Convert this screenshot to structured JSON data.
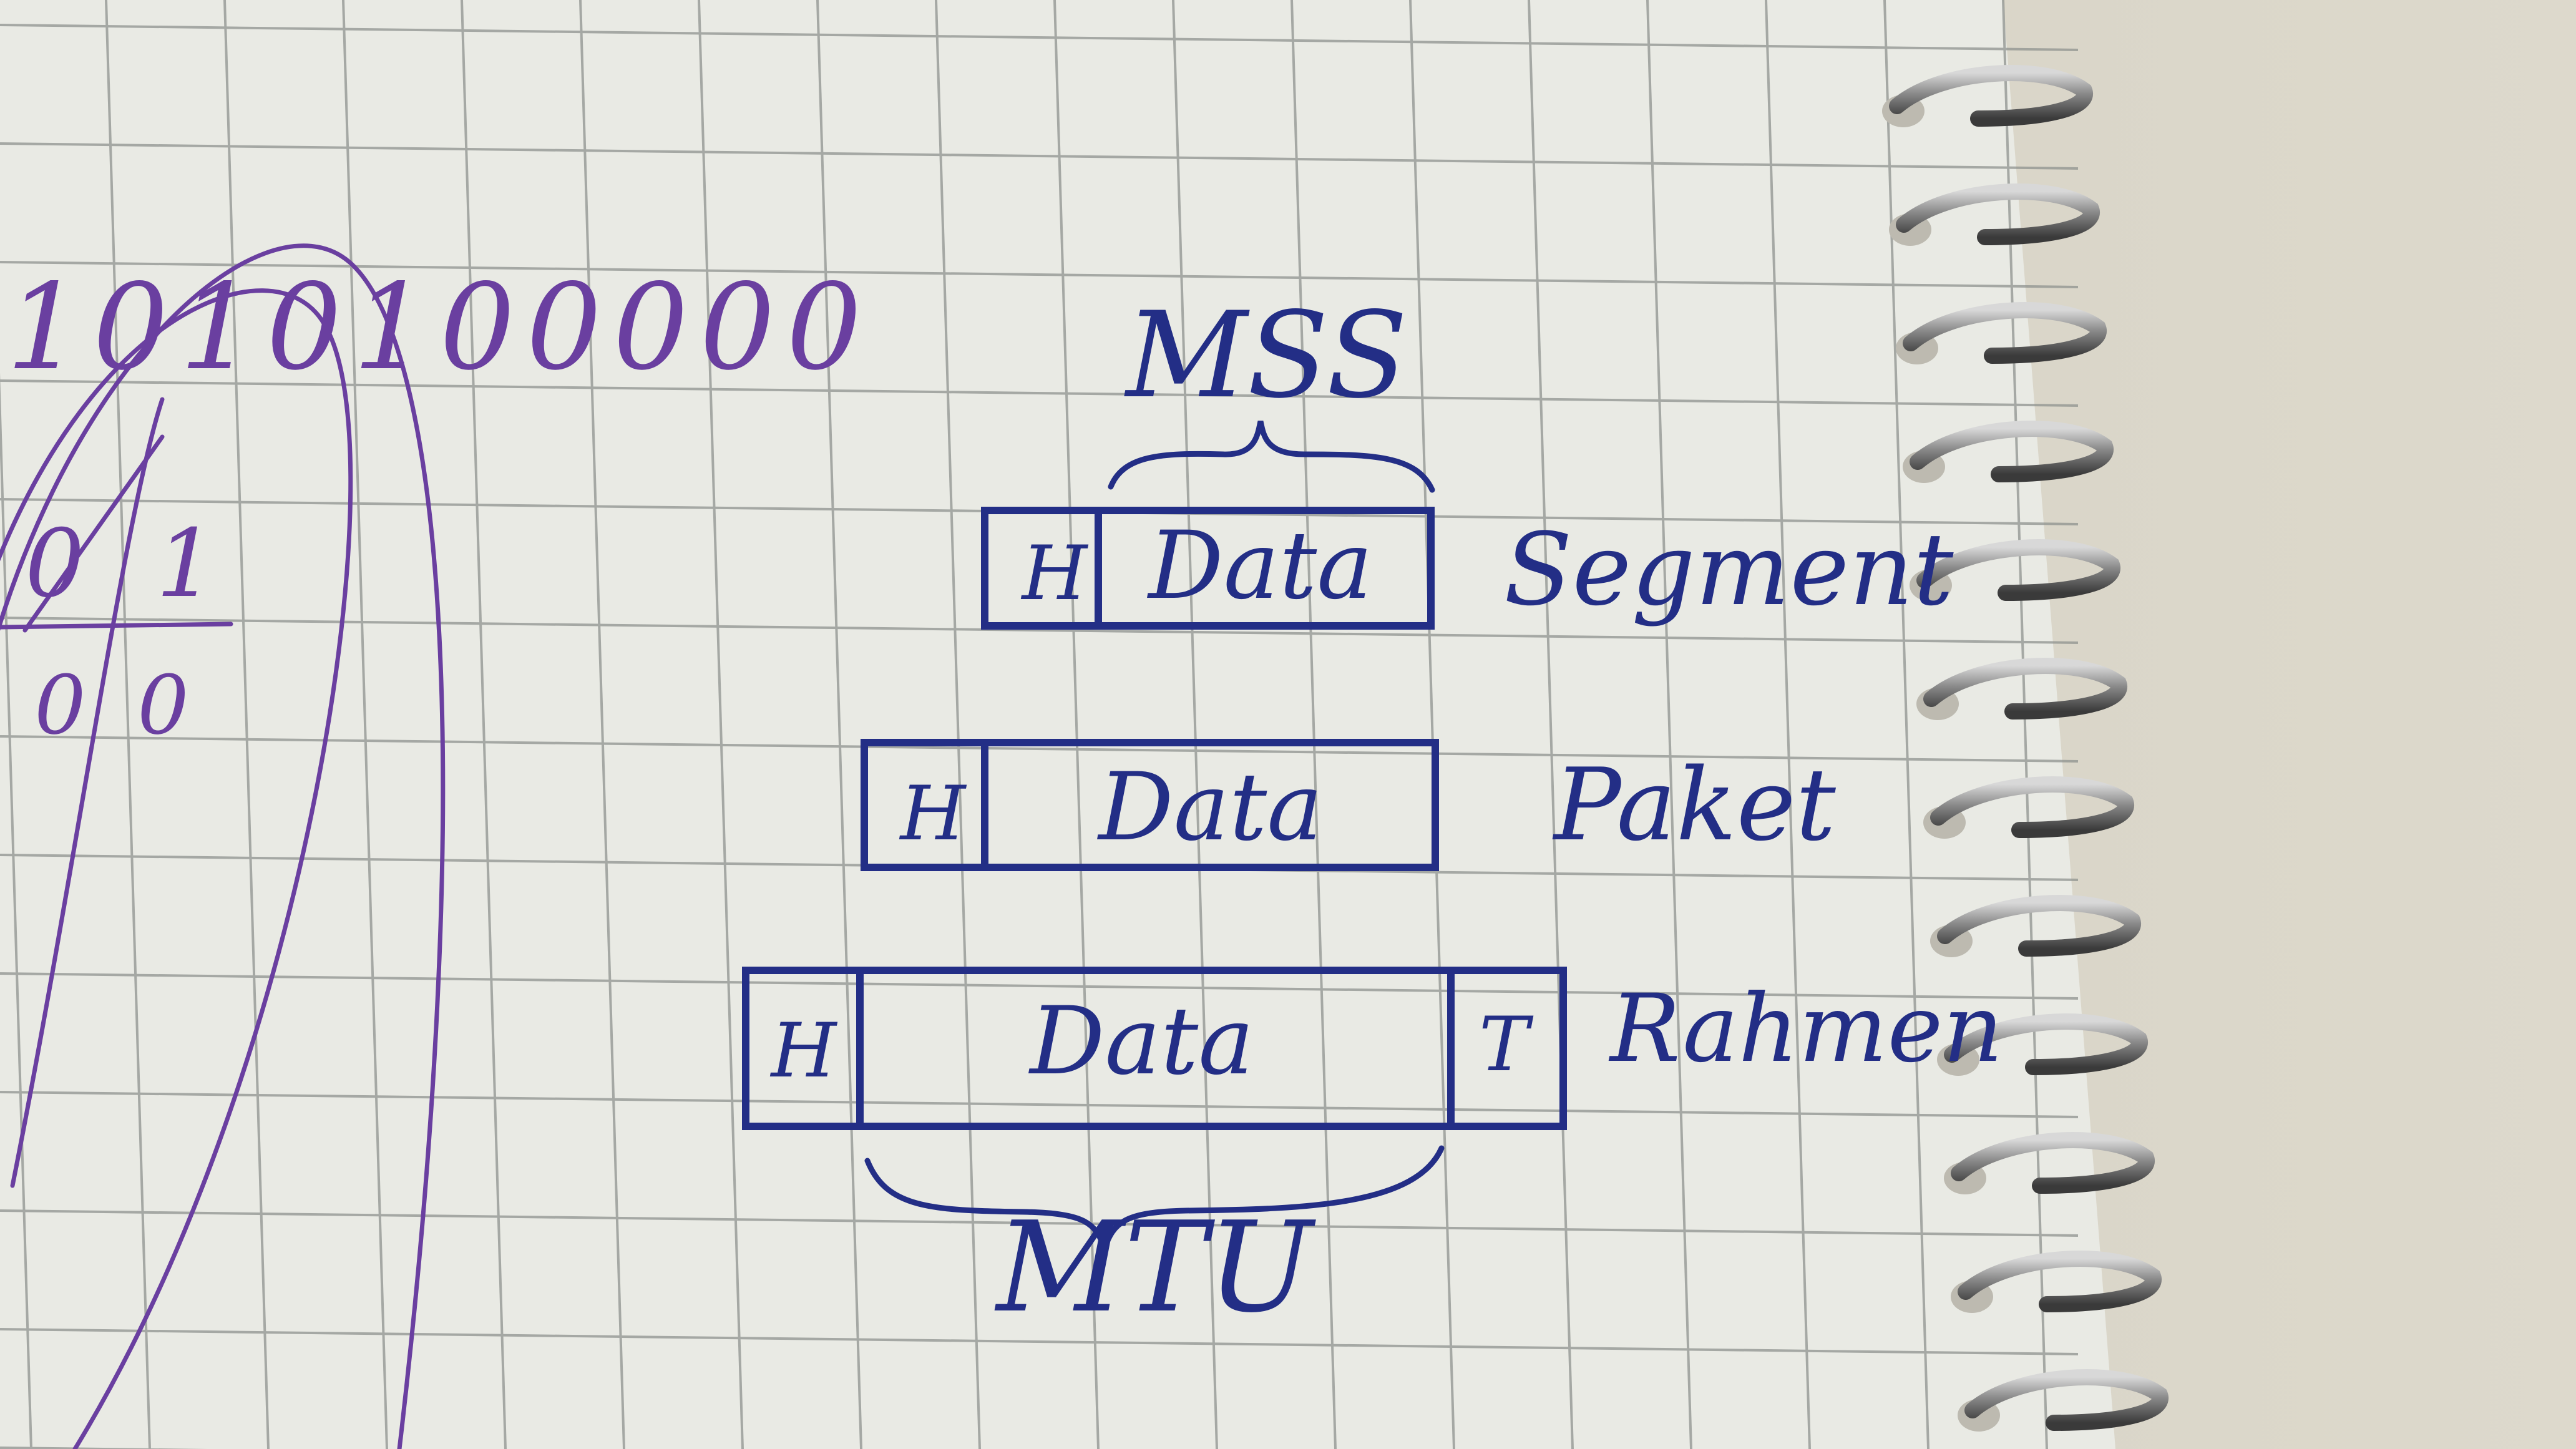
{
  "colors": {
    "paper": "#e9eae4",
    "grid": "#8f938f",
    "ink_blue": "#232e86",
    "ink_purple": "#6a3fa0",
    "desk": "#d9d6ca",
    "spiral_metal": "#6e6e6e"
  },
  "top_brace_label": "MSS",
  "bottom_brace_label": "MTU",
  "rows": [
    {
      "header": "H",
      "data": "Data",
      "trailer": "",
      "label": "Segment"
    },
    {
      "header": "H",
      "data": "Data",
      "trailer": "",
      "label": "Paket"
    },
    {
      "header": "H",
      "data": "Data",
      "trailer": "T",
      "label": "Rahmen"
    }
  ],
  "scribble": {
    "bits": "1010100000",
    "cell_top_left": "0",
    "cell_top_right": "1",
    "cell_bottom_left": "0",
    "cell_bottom_right": "0"
  }
}
